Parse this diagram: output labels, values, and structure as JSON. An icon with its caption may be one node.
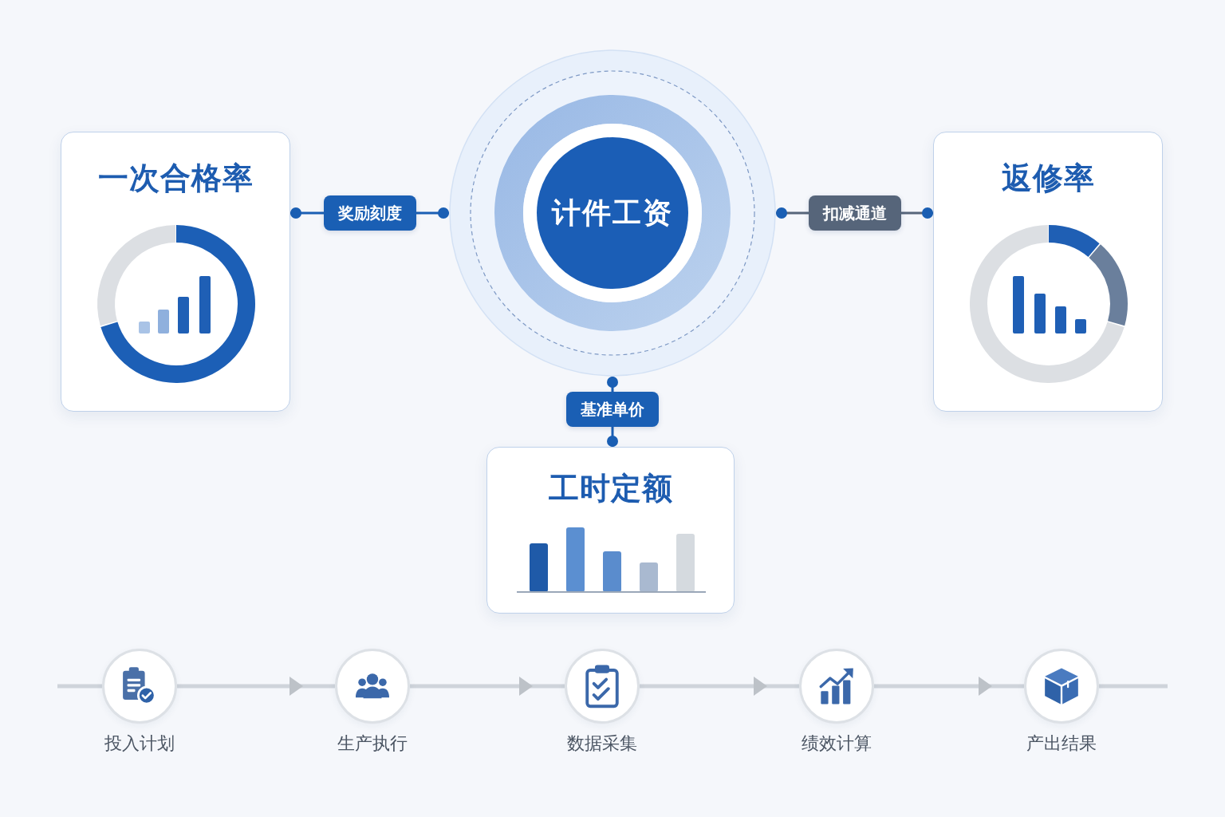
{
  "diagram": {
    "nodes": [
      {
        "text": [
          "一次合格率"
        ]
      },
      {
        "text": [
          "计件工资"
        ]
      },
      {
        "text": [
          "返修率"
        ]
      },
      {
        "text": [
          "工时定额"
        ]
      },
      {
        "text": [
          "投入计划"
        ]
      },
      {
        "text": [
          "生产执行"
        ]
      },
      {
        "text": [
          "数据采集"
        ]
      },
      {
        "text": [
          "绩效计算"
        ]
      },
      {
        "text": [
          "产出结果"
        ]
      }
    ],
    "edges": [
      {
        "from": 0,
        "to": 1,
        "arrow": "other",
        "label": "奖励刻度",
        "color": "#1a5fb4"
      },
      {
        "from": 1,
        "to": 2,
        "arrow": "other",
        "label": "扣减通道",
        "color": "#56657a"
      },
      {
        "from": 1,
        "to": 3,
        "arrow": "other",
        "label": "基准单价",
        "color": "#1a5fb4"
      },
      {
        "from": null,
        "to": 4,
        "arrow": "none"
      },
      {
        "from": 4,
        "to": 5,
        "arrow": "to"
      },
      {
        "from": 5,
        "to": 6,
        "arrow": "to"
      },
      {
        "from": 6,
        "to": 7,
        "arrow": "to"
      },
      {
        "from": 7,
        "to": 8,
        "arrow": "to"
      },
      {
        "from": 8,
        "to": null,
        "arrow": "none"
      }
    ]
  }
}
